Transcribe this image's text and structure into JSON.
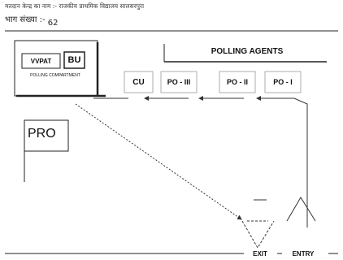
{
  "header": {
    "line1": "मतदान केन्द्र का नाम :- राजकीय प्राथमिक विद्यालय सालसरपुरा",
    "line2_label": "भाग संख्या :-",
    "line2_value": "62"
  },
  "labels": {
    "vvpat": "VVPAT",
    "bu": "BU",
    "polling_compartment": "POLLING COMPARTMENT",
    "polling_agents": "POLLING AGENTS",
    "cu": "CU",
    "po3": "PO - III",
    "po2": "PO - II",
    "po1": "PO - I",
    "pro": "PRO",
    "exit": "EXIT",
    "entry": "ENTRY"
  }
}
